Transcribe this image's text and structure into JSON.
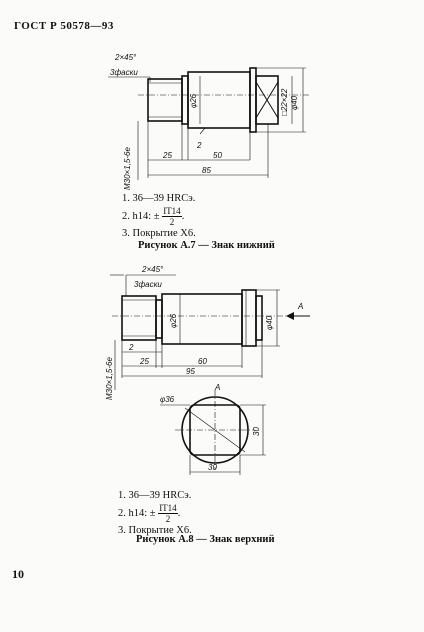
{
  "header": {
    "standard": "ГОСТ Р 50578—93"
  },
  "figure1": {
    "chamfer": "2×45°",
    "chamfer_count": "3фаски",
    "thread": "М30×1,5-6е",
    "diameter_inner": "φ26",
    "diameter_outer": "φ40",
    "square": "□22×22",
    "dim_25": "25",
    "dim_2": "2",
    "dim_50": "50",
    "dim_85": "85",
    "notes": {
      "item1": "1. 36—39 HRCэ.",
      "item2_prefix": "2. h14: ±",
      "item2_num": "IT14",
      "item2_den": "2",
      "item2_suffix": ".",
      "item3": "3. Покрытие Х6."
    },
    "caption": "Рисунок А.7 — Знак нижний"
  },
  "figure2": {
    "chamfer": "2×45°",
    "chamfer_count": "3фаски",
    "thread": "М30×1,5-6е",
    "diameter_inner": "φ26",
    "diameter_outer": "φ40",
    "view_arrow": "A",
    "dim_2": "2",
    "dim_25": "25",
    "dim_60": "60",
    "dim_95": "95",
    "view_label": "A",
    "view_circle": "φ36",
    "view_side": "30",
    "view_bottom": "30",
    "notes": {
      "item1": "1. 36—39 HRCэ.",
      "item2_prefix": "2. h14: ±",
      "item2_num": "IT14",
      "item2_den": "2",
      "item2_suffix": ".",
      "item3": "3. Покрытие Х6."
    },
    "caption": "Рисунок А.8 — Знак верхний"
  },
  "page_number": "10"
}
